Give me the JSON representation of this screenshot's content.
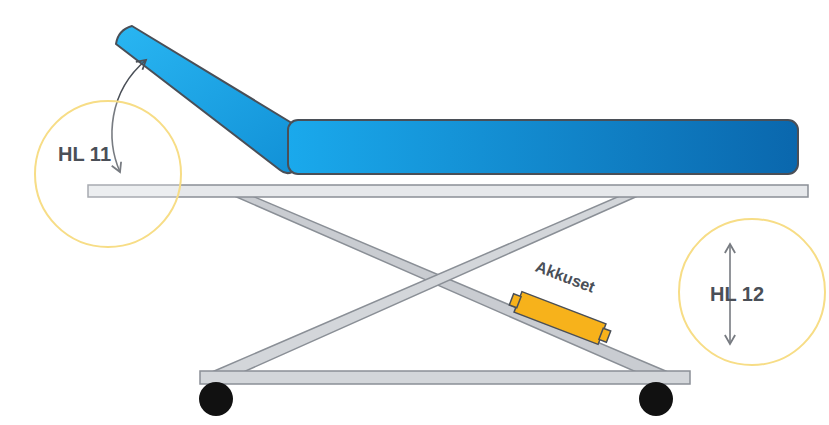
{
  "diagram": {
    "nodes": [
      {
        "text": [
          "HL 11"
        ]
      },
      {
        "text": [
          "HL 12"
        ]
      }
    ],
    "labels": [
      "Akkuset"
    ]
  }
}
